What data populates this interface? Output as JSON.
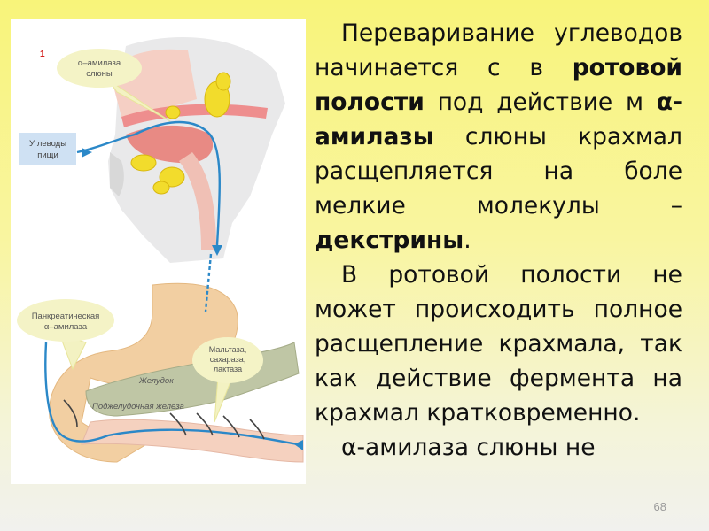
{
  "figure": {
    "panel_number": "1",
    "labels": {
      "salivary_amylase_1": "α–амилаза",
      "salivary_amylase_2": "слюны",
      "food_carbs_1": "Углеводы",
      "food_carbs_2": "пищи",
      "pancreatic_amylase_1": "Панкреатическая",
      "pancreatic_amylase_2": "α–амилаза",
      "enzymes_1": "Мальтаза,",
      "enzymes_2": "сахараза,",
      "enzymes_3": "лактаза",
      "stomach": "Желудок",
      "pancreas": "Поджелудочная железа"
    }
  },
  "text": {
    "p1_intro": "Переваривание углеводов начинается с в ",
    "p1_bold1": "ротовой полости",
    "p1_mid": " под действие м ",
    "p1_bold2": "α-амилазы",
    "p1_mid2": " слюны крахмал расщепляется на боле мелкие молекулы – ",
    "p1_bold3": "декстрины",
    "p1_end": ".",
    "p2": "В ротовой полости не может происходить полное расщепление крахмала, так как действие фермента на крахмал кратковременно.",
    "p3": "α-амилаза слюны не"
  },
  "page_number": "68"
}
